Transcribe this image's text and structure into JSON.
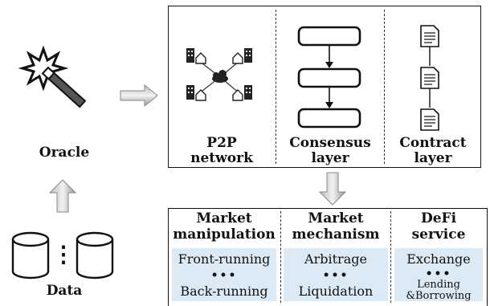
{
  "oracle": {
    "label": "Oracle"
  },
  "data": {
    "label": "Data",
    "separator": "⋮"
  },
  "blockchain": {
    "p2p": {
      "line1": "P2P",
      "line2": "network"
    },
    "consensus": {
      "line1": "Consensus",
      "line2": "layer"
    },
    "contract": {
      "line1": "Contract",
      "line2": "layer"
    }
  },
  "applications": {
    "manipulation": {
      "title1": "Market",
      "title2": "manipulation",
      "item1": "Front-running",
      "ellipsis": "•••",
      "item2": "Back-running"
    },
    "mechanism": {
      "title1": "Market",
      "title2": "mechanism",
      "item1": "Arbitrage",
      "ellipsis": "•••",
      "item2": "Liquidation"
    },
    "defi": {
      "title1": "DeFi",
      "title2": "service",
      "item1": "Exchange",
      "ellipsis": "•••",
      "item2a": "Lending",
      "item2b": "&Borrowing"
    }
  },
  "icons": {
    "oracle": "magic-wand-icon",
    "data": "database-cylinder-icon",
    "p2p": "network-graph-icon",
    "consensus": "flowchart-icon",
    "contract": "document-icon"
  }
}
